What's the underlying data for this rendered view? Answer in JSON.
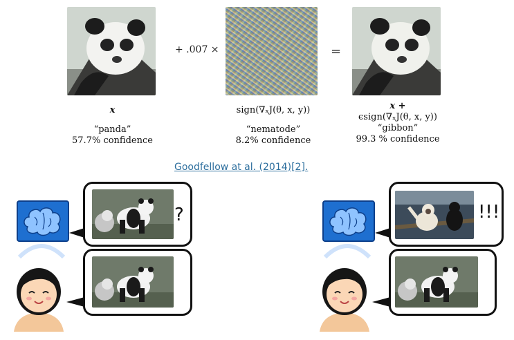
{
  "equation": {
    "plus_operator": "+ .007 ×",
    "equals_operator": "=",
    "left": {
      "symbol": "x",
      "label": "“panda”",
      "confidence": "57.7% confidence"
    },
    "middle": {
      "symbol": "sign(∇ₓJ(θ, x, y))",
      "label": "“nematode”",
      "confidence": "8.2% confidence"
    },
    "right": {
      "symbol_line1": "x +",
      "symbol_line2": "ϵsign(∇ₓJ(θ, x, y))",
      "label": "“gibbon”",
      "confidence": "99.3 % confidence"
    }
  },
  "citation": "Goodfellow at al. (2014)[2].",
  "left_scene": {
    "question_mark": "?"
  },
  "right_scene": {
    "exclaim": "!!!"
  },
  "icons": [
    "panda-photo",
    "noise-pattern",
    "brain-icon",
    "girl-avatar-icon",
    "gibbon-photo"
  ]
}
